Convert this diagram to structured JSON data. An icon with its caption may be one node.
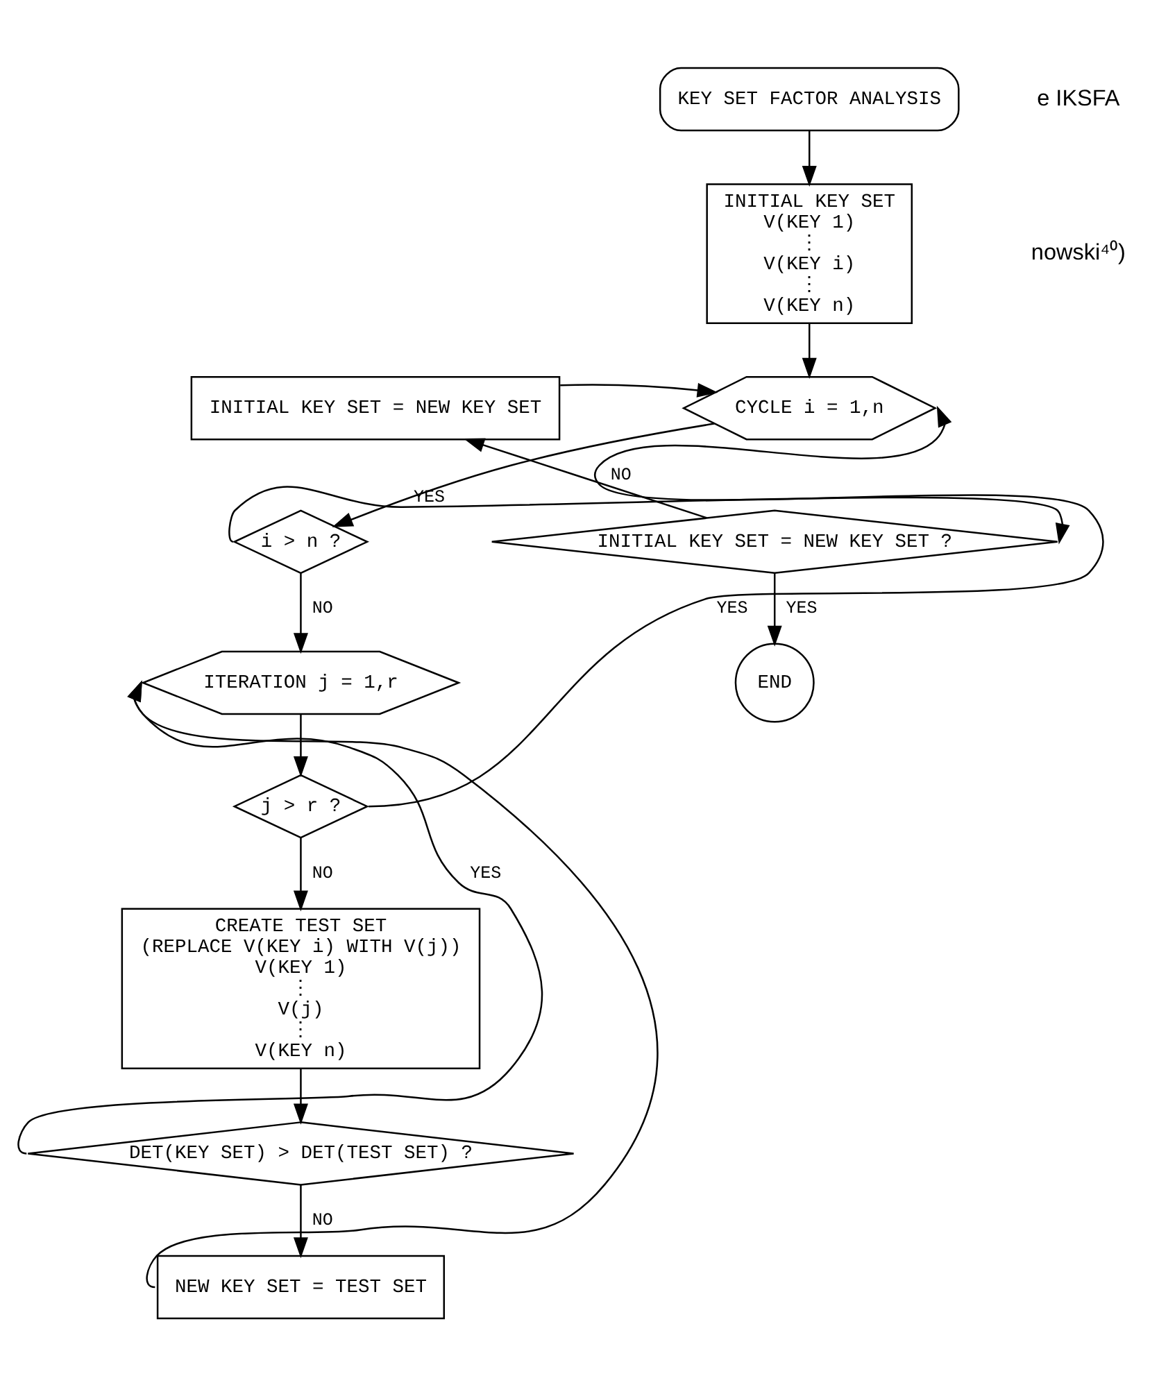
{
  "diagram": {
    "nodes": [
      {
        "text": [
          "KEY SET FACTOR ANALYSIS"
        ]
      },
      {
        "text": [
          "INITIAL KEY SET",
          "V(KEY 1)",
          "⋮",
          "V(KEY i)",
          "⋮",
          "V(KEY n)"
        ]
      },
      {
        "text": [
          "CYCLE i = 1,n"
        ]
      },
      {
        "text": [
          "i > n ?"
        ]
      },
      {
        "text": [
          "INITIAL KEY SET = NEW KEY SET ?"
        ]
      },
      {
        "text": [
          "INITIAL KEY SET = NEW KEY SET"
        ]
      },
      {
        "text": [
          "END"
        ]
      },
      {
        "text": [
          "ITERATION j = 1,r"
        ]
      },
      {
        "text": [
          "j > r ?"
        ]
      },
      {
        "text": [
          "CREATE TEST SET",
          "(REPLACE V(KEY i) WITH V(j))",
          "V(KEY 1)",
          "⋮",
          "V(j)",
          "⋮",
          "V(KEY n)"
        ]
      },
      {
        "text": [
          "DET(KEY SET) > DET(TEST SET) ?"
        ]
      },
      {
        "text": [
          "NEW KEY SET = TEST SET"
        ]
      }
    ],
    "edges": [
      {
        "from": 0,
        "to": 1,
        "arrow": "to"
      },
      {
        "from": 1,
        "to": 2,
        "arrow": "to"
      },
      {
        "from": 5,
        "to": 2,
        "arrow": "to"
      },
      {
        "from": 2,
        "to": 3,
        "arrow": "to"
      },
      {
        "from": 3,
        "to": 4,
        "arrow": "to",
        "label": "YES"
      },
      {
        "from": 4,
        "to": 5,
        "arrow": "to",
        "label": "NO"
      },
      {
        "from": 4,
        "to": 6,
        "arrow": "to",
        "label": "YES"
      },
      {
        "from": 3,
        "to": 7,
        "arrow": "to",
        "label": "NO"
      },
      {
        "from": 7,
        "to": 8,
        "arrow": "to"
      },
      {
        "from": 8,
        "to": 2,
        "arrow": "to",
        "label": "YES"
      },
      {
        "from": 8,
        "to": 9,
        "arrow": "to",
        "label": "NO"
      },
      {
        "from": 9,
        "to": 10,
        "arrow": "to"
      },
      {
        "from": 10,
        "to": 7,
        "arrow": "to",
        "label": "YES"
      },
      {
        "from": 10,
        "to": 11,
        "arrow": "to",
        "label": "NO"
      },
      {
        "from": 11,
        "to": 7,
        "arrow": "to"
      }
    ],
    "labels": [
      "e IKSFA",
      "nowski⁴⁰)"
    ]
  }
}
